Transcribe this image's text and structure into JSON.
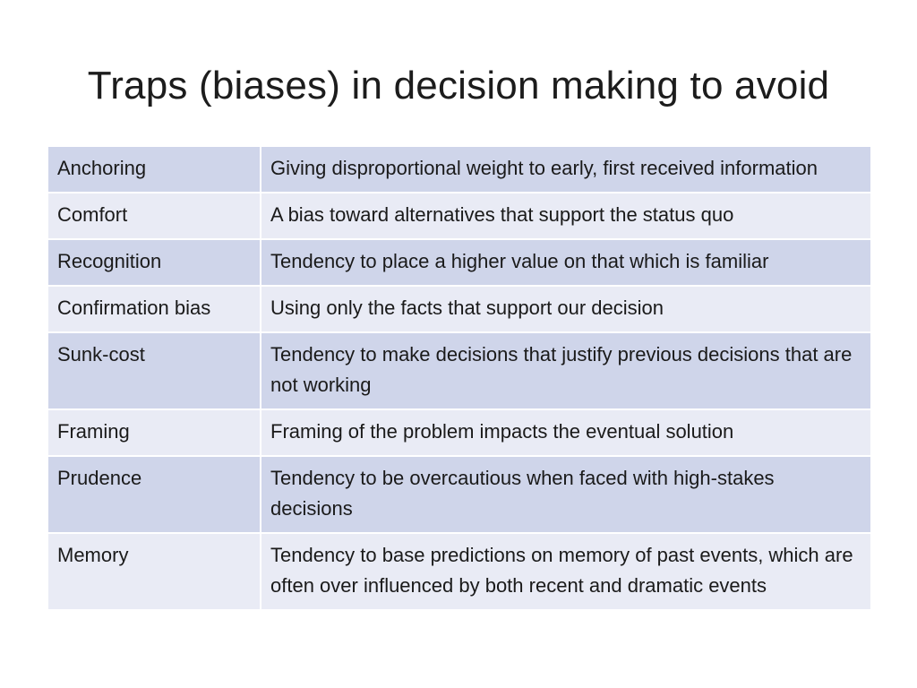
{
  "slide": {
    "title": "Traps (biases) in decision making to avoid"
  },
  "table": {
    "colors": {
      "row_dark": "#cfd5ea",
      "row_light": "#e9ebf5",
      "border": "#ffffff"
    },
    "rows": [
      {
        "term": "Anchoring",
        "description": "Giving disproportional weight to early, first received information"
      },
      {
        "term": "Comfort",
        "description": "A bias toward alternatives that support the status quo"
      },
      {
        "term": "Recognition",
        "description": "Tendency to place a higher value on that which is familiar"
      },
      {
        "term": "Confirmation bias",
        "description": "Using only the facts that support our decision"
      },
      {
        "term": "Sunk-cost",
        "description": "Tendency to make decisions that justify previous decisions that are not working"
      },
      {
        "term": "Framing",
        "description": "Framing of the problem impacts the eventual solution"
      },
      {
        "term": "Prudence",
        "description": "Tendency to be overcautious when faced with high-stakes decisions"
      },
      {
        "term": "Memory",
        "description": "Tendency to base predictions on memory of past events, which are often over influenced by both recent and dramatic events"
      }
    ]
  }
}
